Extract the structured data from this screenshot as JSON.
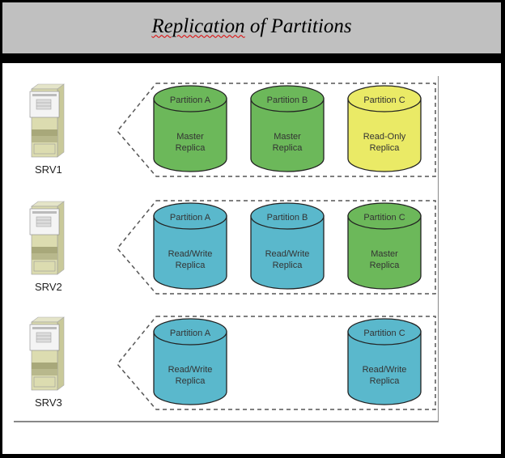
{
  "title": {
    "prefix": "Replication",
    "suffix": " of Partitions"
  },
  "colors": {
    "master": "#6cb85a",
    "read_write": "#5ab8cc",
    "read_only": "#eaea66",
    "title_bg": "#c0c0c0"
  },
  "servers": [
    {
      "label": "SRV1",
      "replicas": [
        {
          "partition": "Partition A",
          "line1": "Master",
          "line2": "Replica",
          "type": "master"
        },
        {
          "partition": "Partition B",
          "line1": "Master",
          "line2": "Replica",
          "type": "master"
        },
        {
          "partition": "Partition C",
          "line1": "Read-Only",
          "line2": "Replica",
          "type": "read_only"
        }
      ]
    },
    {
      "label": "SRV2",
      "replicas": [
        {
          "partition": "Partition A",
          "line1": "Read/Write",
          "line2": "Replica",
          "type": "read_write"
        },
        {
          "partition": "Partition B",
          "line1": "Read/Write",
          "line2": "Replica",
          "type": "read_write"
        },
        {
          "partition": "Partition C",
          "line1": "Master",
          "line2": "Replica",
          "type": "master"
        }
      ]
    },
    {
      "label": "SRV3",
      "replicas": [
        {
          "partition": "Partition A",
          "line1": "Read/Write",
          "line2": "Replica",
          "type": "read_write"
        },
        null,
        {
          "partition": "Partition C",
          "line1": "Read/Write",
          "line2": "Replica",
          "type": "read_write"
        }
      ]
    }
  ]
}
